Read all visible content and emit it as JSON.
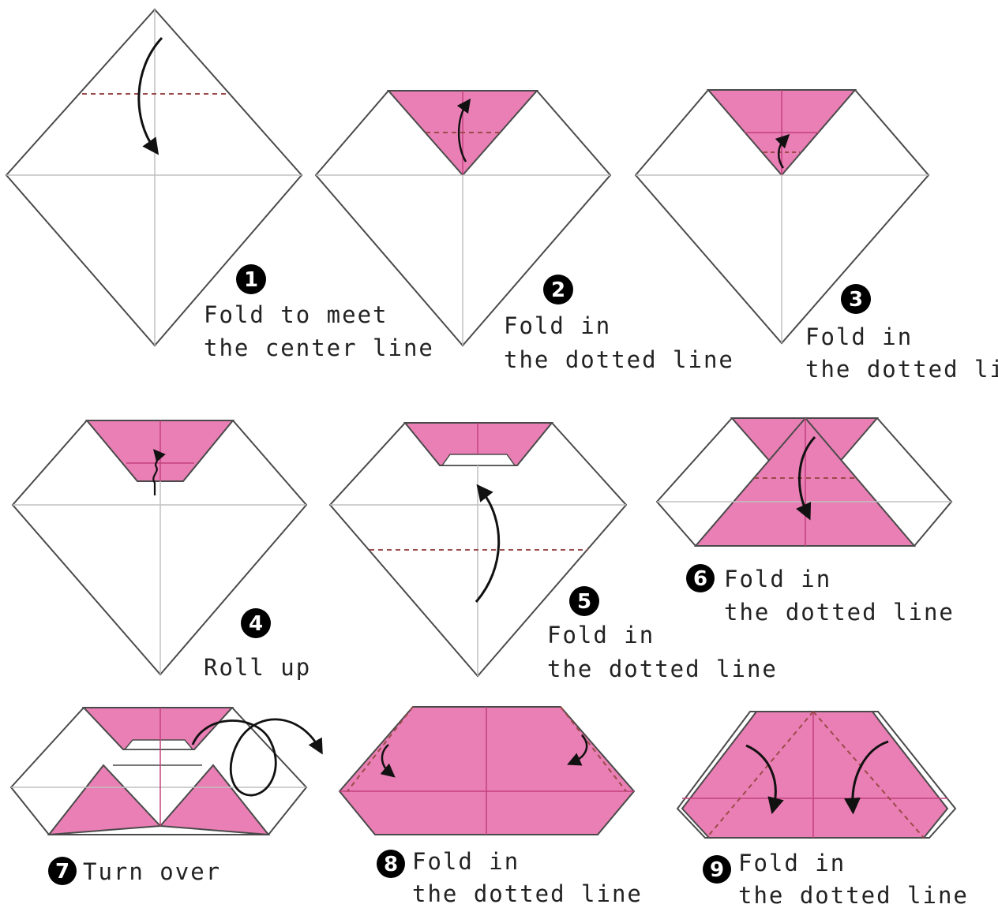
{
  "colors": {
    "paper_pink": "#e97fb4",
    "outline": "#4a4a4a",
    "crease": "#c0c0c0",
    "pink_crease": "#c4407e",
    "dotted": "#9c4a4a",
    "arrow": "#111111",
    "step_badge": "#000000"
  },
  "steps": [
    {
      "number": "1",
      "lines": [
        "Fold to meet",
        "the center line"
      ]
    },
    {
      "number": "2",
      "lines": [
        "Fold in",
        "the dotted line"
      ]
    },
    {
      "number": "3",
      "lines": [
        "Fold in",
        "the dotted line"
      ]
    },
    {
      "number": "4",
      "lines": [
        "Roll up"
      ]
    },
    {
      "number": "5",
      "lines": [
        "Fold in",
        "the dotted line"
      ]
    },
    {
      "number": "6",
      "lines": [
        "Fold in",
        "the dotted line"
      ]
    },
    {
      "number": "7",
      "lines": [
        "Turn over"
      ]
    },
    {
      "number": "8",
      "lines": [
        "Fold in",
        "the dotted line"
      ]
    },
    {
      "number": "9",
      "lines": [
        "Fold in",
        "the dotted line"
      ]
    }
  ]
}
